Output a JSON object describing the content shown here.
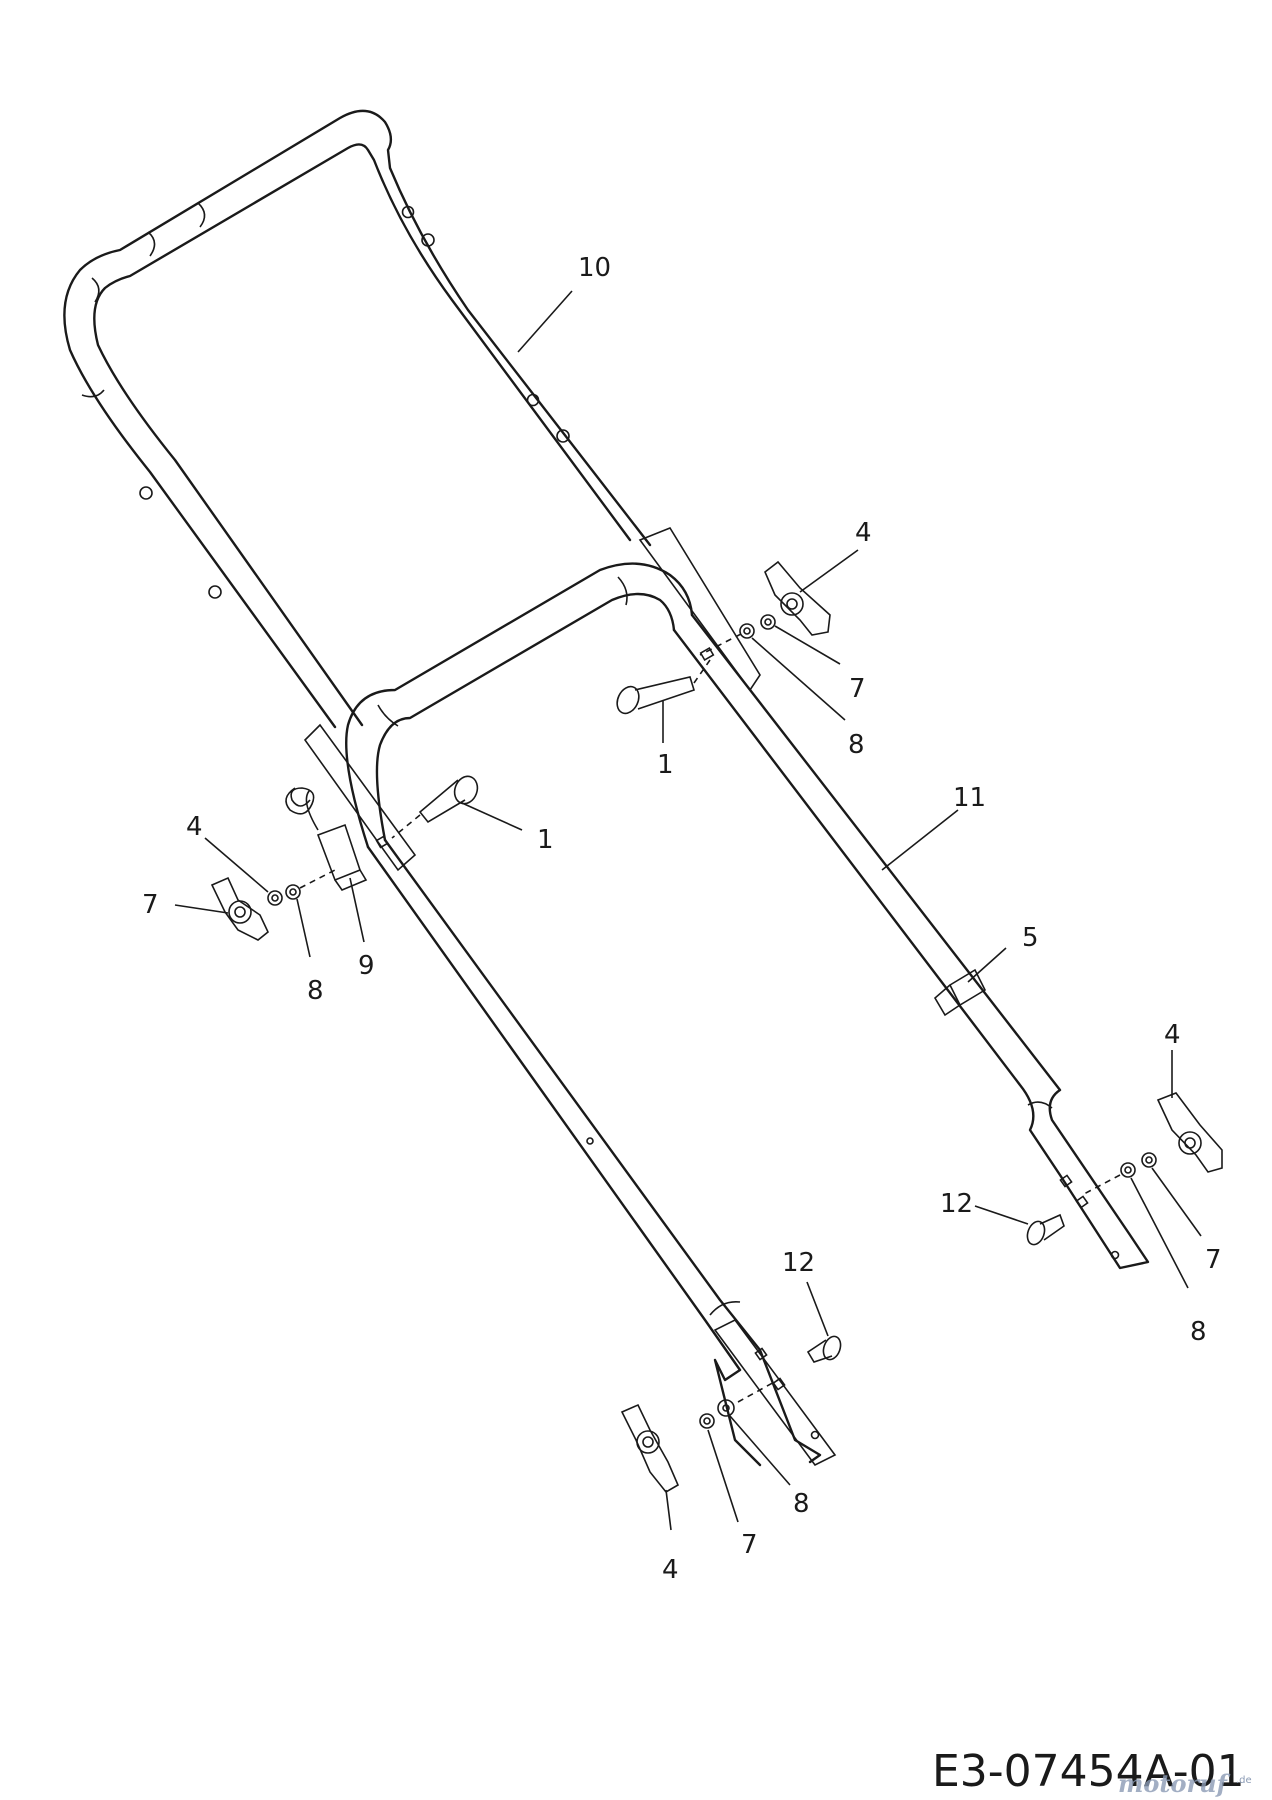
{
  "diagram": {
    "drawing_code": "E3-07454A-01",
    "watermark": {
      "text": "motoruf",
      "suffix": ".de"
    },
    "callouts": [
      {
        "id": "upper-handle",
        "label": "10"
      },
      {
        "id": "lower-handle",
        "label": "11"
      },
      {
        "id": "bolt-upper",
        "label": "1"
      },
      {
        "id": "bolt-left",
        "label": "1"
      },
      {
        "id": "knob-upper-right",
        "label": "4"
      },
      {
        "id": "lockwasher-upper-right",
        "label": "7"
      },
      {
        "id": "washer-upper-right",
        "label": "8"
      },
      {
        "id": "knob-left",
        "label": "4"
      },
      {
        "id": "lockwasher-left",
        "label": "7"
      },
      {
        "id": "washer-left",
        "label": "8"
      },
      {
        "id": "cable-guide",
        "label": "9"
      },
      {
        "id": "cable-clip",
        "label": "5"
      },
      {
        "id": "knob-lower-right",
        "label": "4"
      },
      {
        "id": "bolt-lower-right",
        "label": "12"
      },
      {
        "id": "lockwasher-lower-right",
        "label": "7"
      },
      {
        "id": "washer-lower-right",
        "label": "8"
      },
      {
        "id": "bolt-bottom",
        "label": "12"
      },
      {
        "id": "knob-bottom",
        "label": "4"
      },
      {
        "id": "lockwasher-bottom",
        "label": "7"
      },
      {
        "id": "washer-bottom",
        "label": "8"
      }
    ]
  }
}
